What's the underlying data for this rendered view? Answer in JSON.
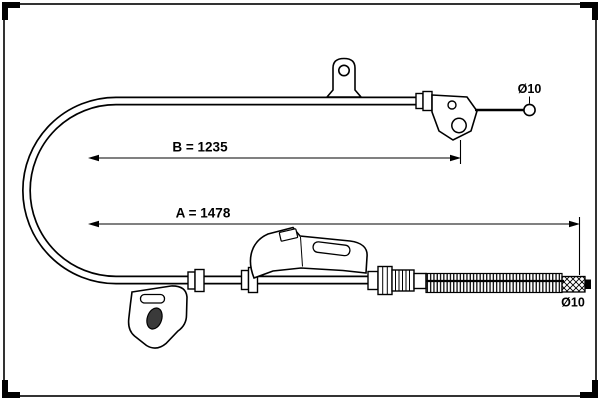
{
  "diagram": {
    "type": "parking-brake-cable-technical-drawing",
    "labels": {
      "dim_b": "B = 1235",
      "dim_a": "A = 1478",
      "dia_top": "Ø10",
      "dia_bottom": "Ø10"
    },
    "colors": {
      "line": "#000000",
      "background": "#ffffff",
      "hole_shadow": "#3a3a3a"
    }
  }
}
